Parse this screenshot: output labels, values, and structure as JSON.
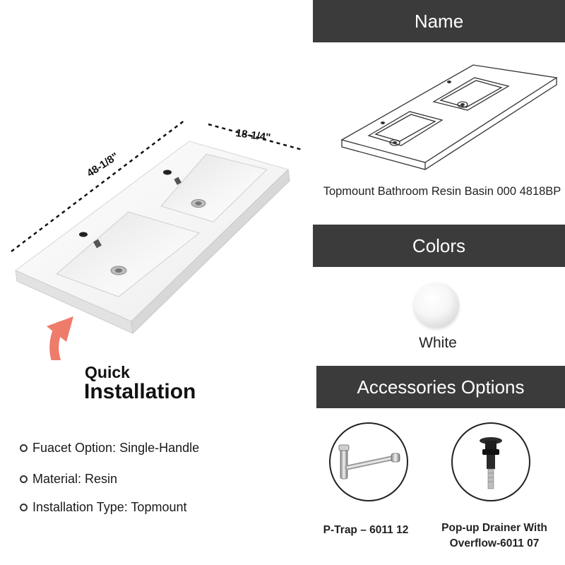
{
  "product": {
    "dimension_length": "48-1/8\"",
    "dimension_width": "18-1/4\"",
    "install_line1": "Quick",
    "install_line2": "Installation"
  },
  "features": [
    {
      "text": "Fuacet Option: Single-Handle"
    },
    {
      "text": "Material: Resin"
    },
    {
      "text": "Installation Type: Topmount"
    }
  ],
  "sections": {
    "name_header": "Name",
    "name_value": "Topmount Bathroom Resin Basin 000 4818BP",
    "colors_header": "Colors",
    "color_name": "White",
    "accessories_header": "Accessories Options"
  },
  "accessories": [
    {
      "label": "P-Trap – 6011 12"
    },
    {
      "label": "Pop-up Drainer With Overflow-6011 07"
    }
  ],
  "colors": {
    "band": "#3b3b3b",
    "arrow": "#ef7b6a",
    "white_swatch": "#f4f4f4"
  }
}
